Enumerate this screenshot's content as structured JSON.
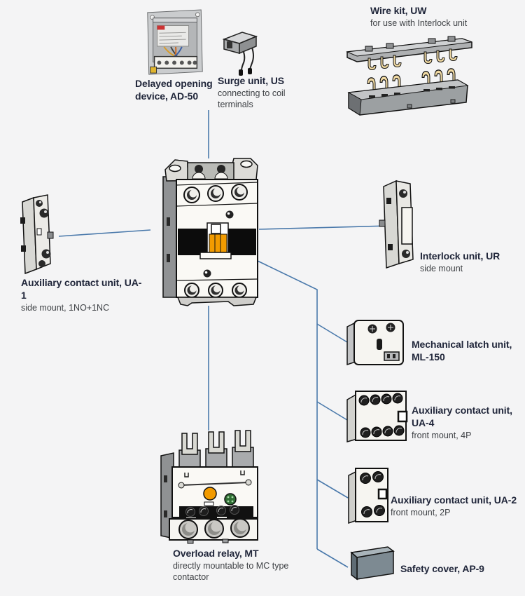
{
  "colors": {
    "background": "#f4f4f5",
    "connector_line": "#4a79ab",
    "heading_text": "#20263a",
    "body_text": "#3e4145",
    "accent_orange": "#f29b00",
    "dial_green": "#2f6e33",
    "wire_hook_tan": "#f0d9a2",
    "safety_cover_gray": "#7d8a92",
    "label_red": "#cc3333"
  },
  "items": {
    "delayed_opening": {
      "title": "Delayed opening device, AD-50"
    },
    "surge": {
      "title": "Surge unit, US",
      "subtitle": "connecting to coil terminals"
    },
    "wire_kit": {
      "title": "Wire kit, UW",
      "subtitle": "for use with Interlock unit"
    },
    "aux_ua1": {
      "title": "Auxiliary contact unit, UA-1",
      "subtitle": "side mount, 1NO+1NC"
    },
    "interlock": {
      "title": "Interlock unit, UR",
      "subtitle": "side mount"
    },
    "mech_latch": {
      "title": "Mechanical latch unit, ML-150"
    },
    "aux_ua4": {
      "title": "Auxiliary contact unit, UA-4",
      "subtitle": "front mount, 4P"
    },
    "aux_ua2": {
      "title": "Auxiliary contact unit, UA-2",
      "subtitle": "front mount, 2P"
    },
    "safety_cover": {
      "title": "Safety cover, AP-9"
    },
    "overload": {
      "title": "Overload relay, MT",
      "subtitle": "directly mountable to MC type contactor"
    }
  }
}
